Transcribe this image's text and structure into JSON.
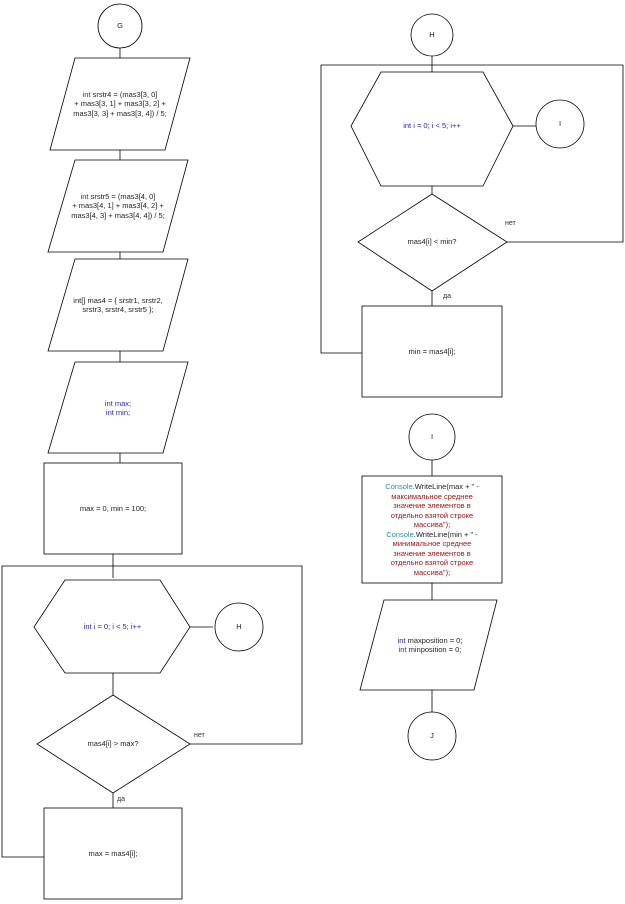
{
  "connectors": {
    "G": "G",
    "H": "H",
    "I": "I",
    "J": "J"
  },
  "left": {
    "p1": [
      "int srstr4 = (mas3[3, 0]",
      "+ mas3[3, 1] + mas3[3, 2] +",
      "mas3[3, 3] + mas3[3, 4]) / 5;"
    ],
    "p2": [
      "int srstr5 = (mas3[4, 0]",
      "+ mas3[4, 1] + mas3[4, 2] +",
      "mas3[4, 3] + mas3[4, 4]) / 5;"
    ],
    "p3": [
      "int[] mas4 = { srstr1, srstr2,",
      "srstr3, srstr4, srstr5 };"
    ],
    "p4": [
      "int max;",
      "int min;"
    ],
    "r1": "max = 0, min = 100;",
    "hex": "int i = 0; i < 5; i++",
    "diamond": "mas4[i] > max?",
    "r2": "max = mas4[i];",
    "no": "нет",
    "yes": "да"
  },
  "right": {
    "hex": "int i = 0; i < 5; i++",
    "diamond": "mas4[i] < min?",
    "r1": "min = mas4[i];",
    "no": "нет",
    "yes": "да",
    "output": [
      {
        "cls": "Console",
        "rest": ".WriteLine(max + \" -"
      },
      {
        "str": "максимальное среднее"
      },
      {
        "str": "значение элементов в"
      },
      {
        "str": "отдельно взятой строке"
      },
      {
        "str": "массива\");"
      },
      {
        "cls": "Console",
        "rest": ".WriteLine(min + \" -"
      },
      {
        "str": "минимальное среднее"
      },
      {
        "str": "значение элементов в"
      },
      {
        "str": "отдельно взятой строке"
      },
      {
        "str": "массива\");"
      }
    ],
    "p1": [
      "int maxposition = 0;",
      "int minposition = 0;"
    ]
  }
}
